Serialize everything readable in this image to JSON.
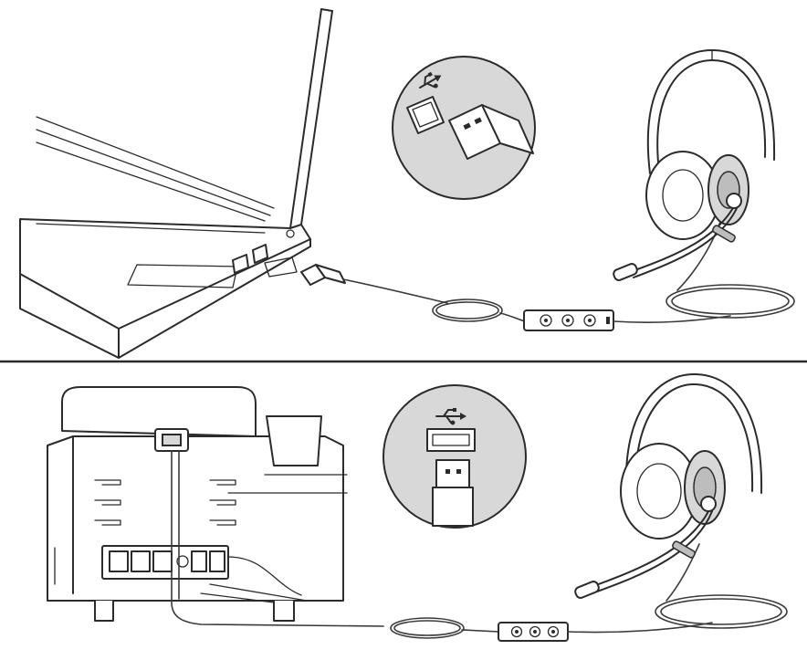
{
  "figure": {
    "panels": [
      {
        "id": "panel-computer",
        "connection": "usb-type-a"
      },
      {
        "id": "panel-desk-phone",
        "connection": "usb-type-a"
      }
    ],
    "icons": [
      "usb-symbol-icon",
      "usb-symbol-icon"
    ],
    "colors": {
      "line": "#2b2b2b",
      "magnifier_fill": "#d8d8d8",
      "background": "#ffffff"
    }
  }
}
